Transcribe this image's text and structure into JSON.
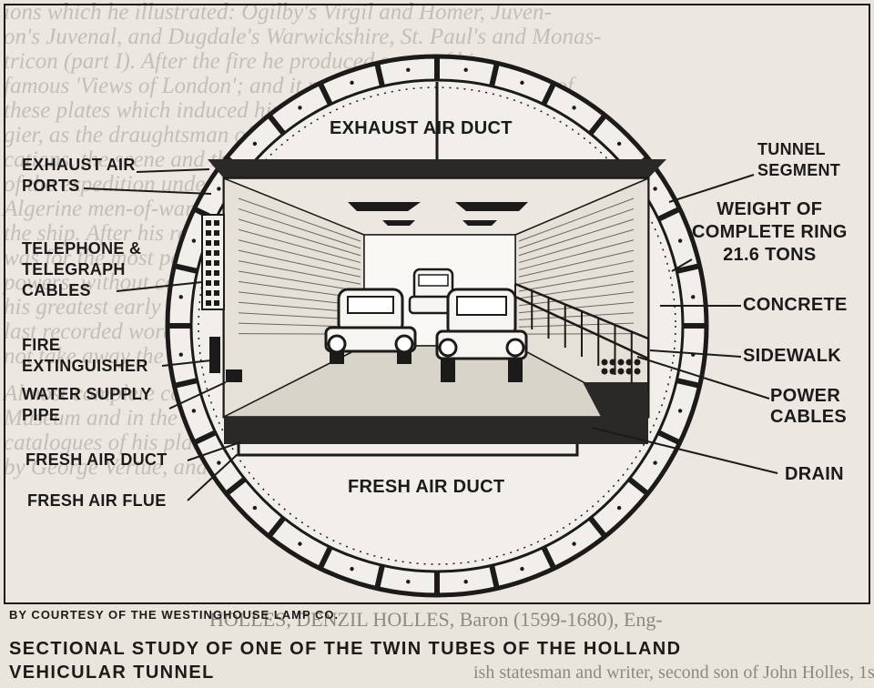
{
  "background_page_lines": [
    "ions which he illustrated: Ogilby's Virgil and Homer, Juven-",
    "on's Juvenal, and Dugdale's Warwickshire, St. Paul's and Monas-",
    "tricon (part I). After the fire he produced some of his",
    "famous 'Views of London'; and it may have been the success of",
    "these plates which induced him to send him in 1668 to Tan-",
    "gier, as the draughtsman of the commission to record the fortifi-",
    "cations, the scene and the result of which were affected by his skill",
    "of the expedition under Captain Kempthorne against seven",
    "Algerine men-of-war, a brilliant affair which he witnessed in",
    "the ship. After his return, after the Restoration, his work",
    "was for the most part the finishing of plates, and his wonderful",
    "powers, without cessation, had deteriorated through want of",
    "his greatest early works. He died in London, pawning the",
    "last recorded words, being so poor, that they would",
    "not take away the bed on which he was lying.",
    "Almost complete collections of Hollar's works exist in the British",
    "Museum and in the library of Windsor Castle. Two admirable",
    "catalogues of his plates have been made, one in 1745 (2nd ed., 1759),",
    "by George Vertue, and an exhaustive one (Berlin, 1853) by Parthey."
  ],
  "bottom_background_text": "HOLLES, DENZIL HOLLES, Baron (1599-1680), Eng-",
  "bottom_background_text_2": "ish statesman and writer, second son of John Holles, 1st earl",
  "labels": {
    "exhaust_air_duct": "EXHAUST AIR DUCT",
    "exhaust_air_ports": [
      "EXHAUST AIR",
      "PORTS"
    ],
    "telephone_cables": [
      "TELEPHONE &",
      "TELEGRAPH",
      "CABLES"
    ],
    "fire_extinguisher": [
      "FIRE",
      "EXTINGUISHER"
    ],
    "water_supply_pipe": [
      "WATER SUPPLY",
      "PIPE"
    ],
    "fresh_air_duct_left": "FRESH AIR DUCT",
    "fresh_air_flue": "FRESH AIR FLUE",
    "fresh_air_duct_bottom": "FRESH AIR DUCT",
    "tunnel_segment": [
      "TUNNEL",
      "SEGMENT"
    ],
    "weight_ring": [
      "WEIGHT OF",
      "COMPLETE RING",
      "21.6 TONS"
    ],
    "concrete": "CONCRETE",
    "sidewalk": "SIDEWALK",
    "power_cables": [
      "POWER",
      "CABLES"
    ],
    "drain": "DRAIN"
  },
  "credit": "BY COURTESY OF THE WESTINGHOUSE LAMP CO.",
  "caption": [
    "SECTIONAL STUDY OF ONE OF THE TWIN TUBES OF THE HOLLAND",
    "VEHICULAR TUNNEL"
  ]
}
